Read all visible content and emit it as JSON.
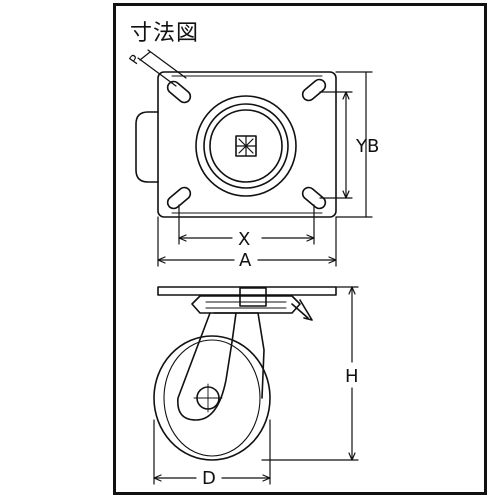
{
  "title": "寸法図",
  "labels": {
    "p": "P",
    "yb": "YB",
    "x": "X",
    "a": "A",
    "h": "H",
    "d": "D"
  }
}
